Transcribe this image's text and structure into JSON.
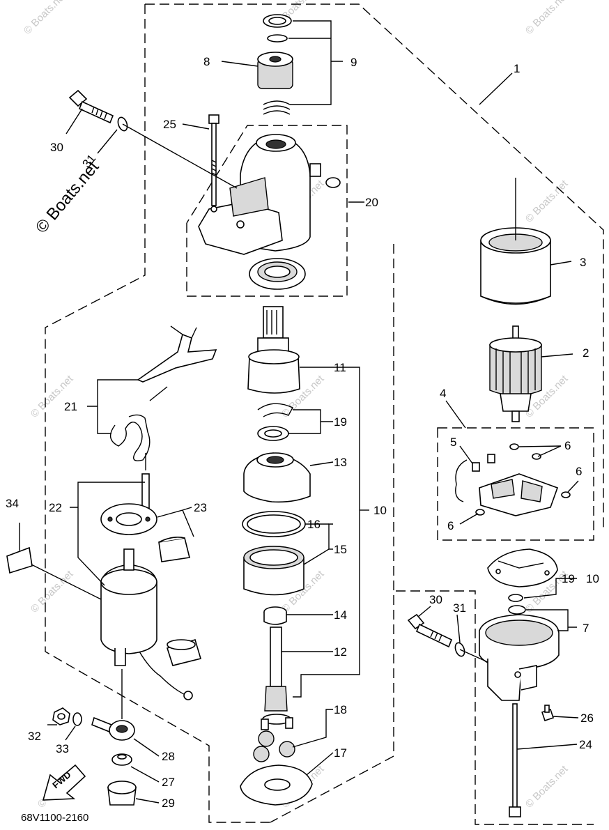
{
  "diagram": {
    "code": "68V1100-2160",
    "watermark": "© Boats.net",
    "fwd_label": "FWD",
    "callouts": {
      "c1": "1",
      "c2": "2",
      "c3": "3",
      "c4": "4",
      "c5": "5",
      "c6a": "6",
      "c6b": "6",
      "c6c": "6",
      "c7": "7",
      "c8": "8",
      "c9": "9",
      "c10a": "10",
      "c10b": "10",
      "c11": "11",
      "c12": "12",
      "c13": "13",
      "c14": "14",
      "c15": "15",
      "c16": "16",
      "c17": "17",
      "c18": "18",
      "c19a": "19",
      "c19b": "19",
      "c20": "20",
      "c21": "21",
      "c22": "22",
      "c23": "23",
      "c24": "24",
      "c25": "25",
      "c26": "26",
      "c27": "27",
      "c28": "28",
      "c29": "29",
      "c30a": "30",
      "c30b": "30",
      "c31a": "31",
      "c31b": "31",
      "c32": "32",
      "c33": "33",
      "c34": "34"
    }
  }
}
